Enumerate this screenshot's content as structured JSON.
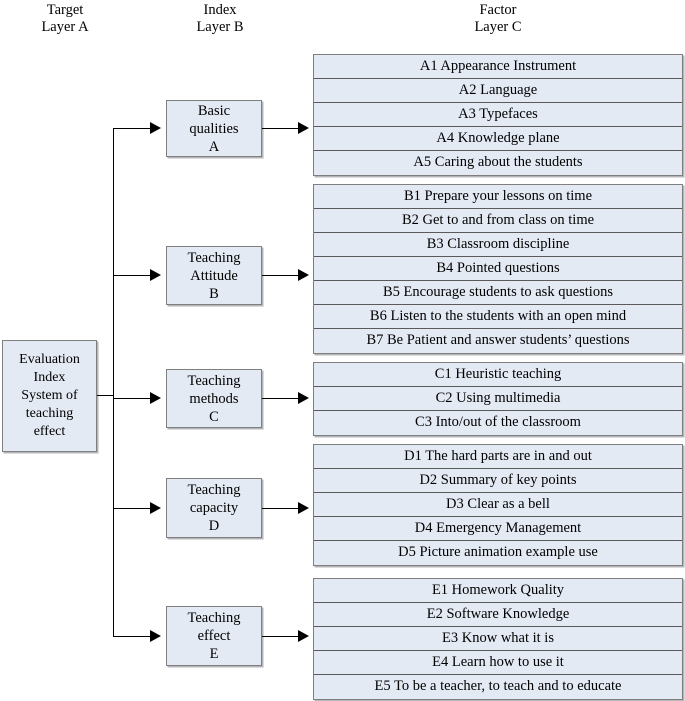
{
  "headers": {
    "target": "Target\nLayer A",
    "index": "Index\nLayer B",
    "factor": "Factor\nLayer C"
  },
  "target_node": {
    "label": "Evaluation\nIndex\nSystem of\nteaching\neffect"
  },
  "colors": {
    "box_fill": "#e4eaf4",
    "box_border": "#7f7f7f",
    "row_divider": "#5a5a5a",
    "connector": "#000000",
    "page_background": "#ffffff"
  },
  "groups": [
    {
      "key": "A",
      "index_label": "Basic\nqualities\nA",
      "factors": [
        "A1 Appearance Instrument",
        "A2 Language",
        "A3 Typefaces",
        "A4 Knowledge plane",
        "A5 Caring about the students"
      ]
    },
    {
      "key": "B",
      "index_label": "Teaching\nAttitude\nB",
      "factors": [
        "B1 Prepare your lessons on time",
        "B2 Get to and from class on time",
        "B3 Classroom discipline",
        "B4 Pointed questions",
        "B5 Encourage students to ask questions",
        "B6 Listen to the students with an open mind",
        "B7 Be Patient and answer students’  questions"
      ]
    },
    {
      "key": "C",
      "index_label": "Teaching\nmethods\nC",
      "factors": [
        "C1 Heuristic teaching",
        "C2 Using multimedia",
        "C3 Into/out of the classroom"
      ]
    },
    {
      "key": "D",
      "index_label": "Teaching\ncapacity\nD",
      "factors": [
        "D1 The hard parts are in and out",
        "D2 Summary of key points",
        "D3 Clear as a bell",
        "D4 Emergency Management",
        "D5 Picture animation example use"
      ]
    },
    {
      "key": "E",
      "index_label": "Teaching\neffect\nE",
      "factors": [
        "E1 Homework Quality",
        "E2 Software Knowledge",
        "E3 Know what it is",
        "E4 Learn how to use it",
        "E5 To be a teacher, to teach and to educate"
      ]
    }
  ]
}
